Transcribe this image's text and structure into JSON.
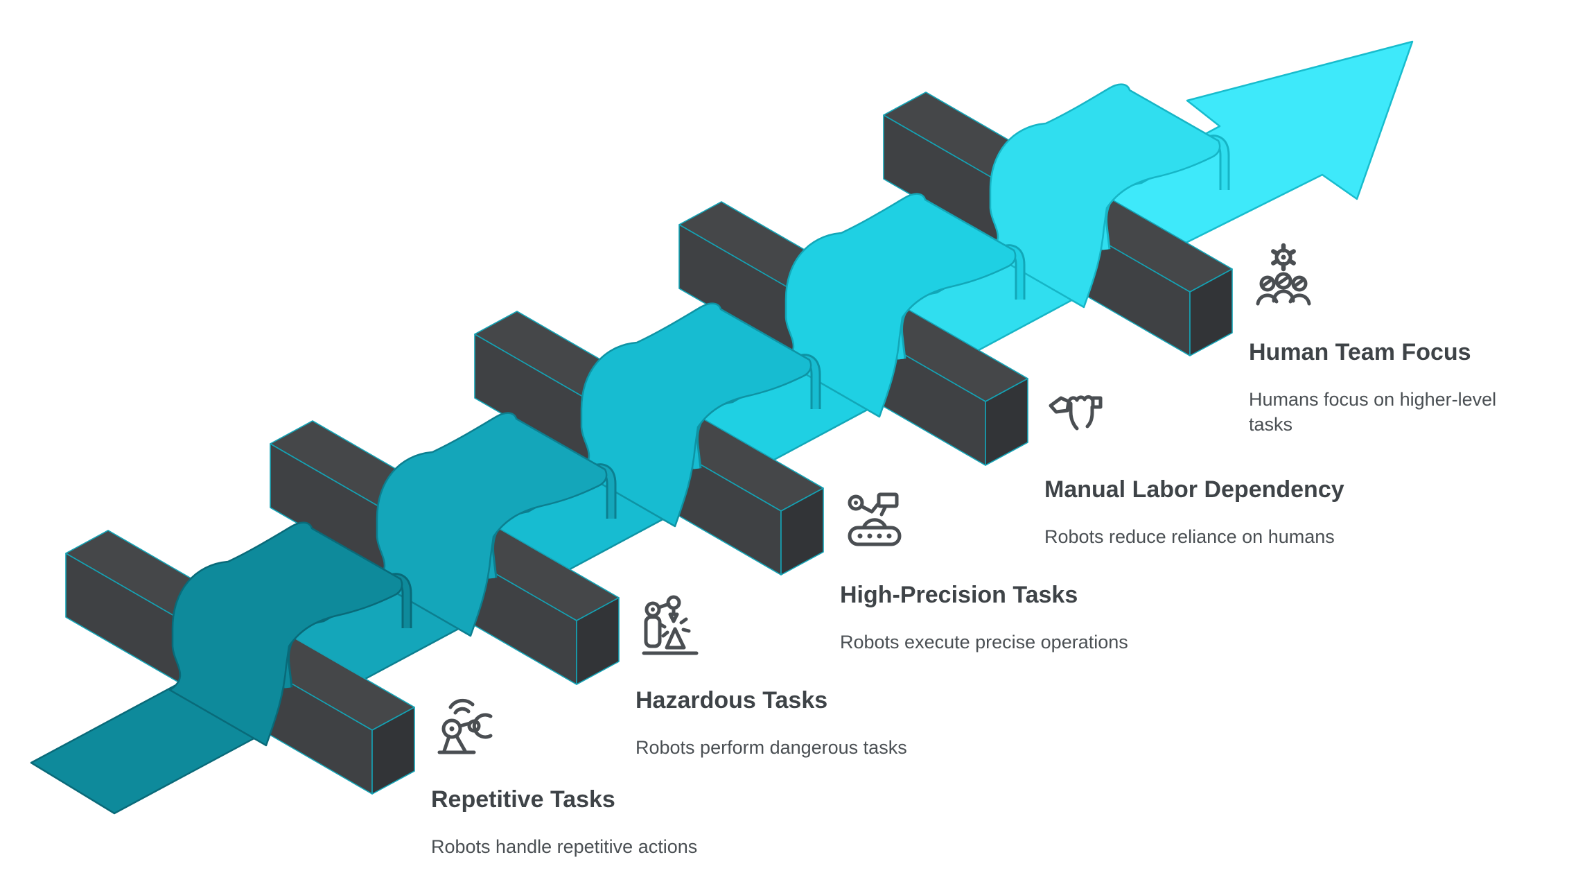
{
  "figure": {
    "type": "process-ribbon-diagram",
    "steps": [
      {
        "title": "Repetitive Tasks",
        "description": "Robots handle repetitive actions",
        "icon": "robot-claw-signal-icon"
      },
      {
        "title": "Hazardous Tasks",
        "description": "Robots perform dangerous tasks",
        "icon": "welding-robot-icon"
      },
      {
        "title": "High-Precision Tasks",
        "description": "Robots execute precise operations",
        "icon": "robot-conveyor-icon"
      },
      {
        "title": "Manual Labor Dependency",
        "description": "Robots reduce reliance on humans",
        "icon": "hand-tool-icon"
      },
      {
        "title": "Human Team Focus",
        "description": "Humans focus on higher-level tasks",
        "icon": "gear-team-icon"
      }
    ]
  },
  "colors": {
    "bg": "#ffffff",
    "c0": "#0E8A9B",
    "c1": "#14A6BA",
    "c2": "#17BCD1",
    "c3": "#1FD0E3",
    "c4": "#30DEEF",
    "c5": "#3EE9FA",
    "s0": "#096a79",
    "s1": "#0c7f90",
    "s2": "#0e93a4",
    "s3": "#12a7b8",
    "s4": "#16b5c6",
    "s5": "#18bccd",
    "bar_top": "#454749",
    "bar_front": "#3F4144",
    "bar_cap": "#323437",
    "bar_stroke": "#14a3b5",
    "icon_stroke": "#4a4e52",
    "title_color": "#3e4347",
    "desc_color": "#4a4f53"
  }
}
